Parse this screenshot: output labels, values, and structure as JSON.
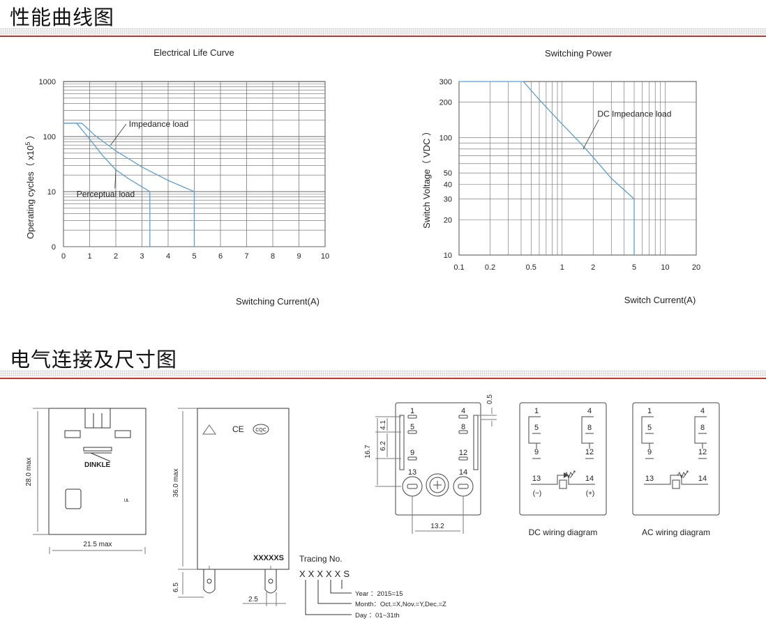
{
  "sections": {
    "performance": "性能曲线图",
    "wiring_dimensions": "电气连接及尺寸图"
  },
  "colors": {
    "curve": "#5b9fd0",
    "grid": "#666666",
    "accent": "#c8332b"
  },
  "chart_data": [
    {
      "type": "line",
      "title": "Electrical Life Curve",
      "xlabel": "Switching Current(A)",
      "ylabel_text": "Operating cycles（ x10",
      "ylabel_sup": "5",
      "ylabel_close": " ）",
      "xlim": [
        0,
        10
      ],
      "yscale": "log",
      "ylim": [
        1,
        1000
      ],
      "xticks": [
        "0",
        "1",
        "2",
        "3",
        "4",
        "5",
        "6",
        "7",
        "8",
        "9",
        "10"
      ],
      "yticks": [
        {
          "v": 1,
          "label": "0"
        },
        {
          "v": 10,
          "label": "10"
        },
        {
          "v": 100,
          "label": "100"
        },
        {
          "v": 1000,
          "label": "1000"
        }
      ],
      "grid": true,
      "series": [
        {
          "name": "Impedance load",
          "x": [
            0,
            0.7,
            1.2,
            2,
            3,
            4,
            5,
            5
          ],
          "y": [
            175,
            175,
            105,
            55,
            28,
            16,
            10,
            1
          ]
        },
        {
          "name": "Perceptual load",
          "x": [
            0,
            0.5,
            1,
            1.5,
            2,
            2.5,
            3.3,
            3.3
          ],
          "y": [
            175,
            175,
            90,
            45,
            25,
            17,
            10,
            1
          ]
        }
      ],
      "annotations": [
        {
          "text": "Impedance load",
          "x": 2.5,
          "y": 150,
          "ax": 1.8,
          "ay": 70
        },
        {
          "text": "Perceptual load",
          "x": 0.5,
          "y": 8,
          "ax": 2.0,
          "ay": 25
        }
      ]
    },
    {
      "type": "line",
      "title": "Switching Power",
      "xlabel": "Switch Current(A)",
      "ylabel": "Switch Voltage（ VDC ）",
      "xscale": "log",
      "yscale": "log",
      "xlim": [
        0.1,
        20
      ],
      "ylim": [
        10,
        300
      ],
      "xticks": [
        {
          "v": 0.1,
          "label": "0.1"
        },
        {
          "v": 0.2,
          "label": "0.2"
        },
        {
          "v": 0.5,
          "label": "0.5"
        },
        {
          "v": 1,
          "label": "1"
        },
        {
          "v": 2,
          "label": "2"
        },
        {
          "v": 5,
          "label": "5"
        },
        {
          "v": 10,
          "label": "10"
        },
        {
          "v": 20,
          "label": "20"
        }
      ],
      "yticks": [
        {
          "v": 10,
          "label": "10"
        },
        {
          "v": 20,
          "label": "20"
        },
        {
          "v": 30,
          "label": "30"
        },
        {
          "v": 40,
          "label": "40"
        },
        {
          "v": 50,
          "label": "50"
        },
        {
          "v": 100,
          "label": "100"
        },
        {
          "v": 200,
          "label": "200"
        },
        {
          "v": 300,
          "label": "300"
        }
      ],
      "grid": true,
      "series": [
        {
          "name": "DC Impedance load",
          "x": [
            0.1,
            0.42,
            0.6,
            1,
            1.5,
            2,
            3,
            5,
            5
          ],
          "y": [
            300,
            300,
            210,
            130,
            90,
            68,
            45,
            30,
            10
          ]
        }
      ],
      "annotations": [
        {
          "text": "DC Impedance load",
          "x": 2.2,
          "y": 150,
          "ax": 1.6,
          "ay": 80
        }
      ]
    }
  ],
  "dimensions": {
    "front": {
      "height": "28.0 max",
      "width": "21.5 max",
      "brand": "DINKLE"
    },
    "side": {
      "height": "36.0 max",
      "pin": "6.5",
      "pin_gap": "2.5",
      "model": "XXXXXS",
      "ce": "CE",
      "cqc": "CQC"
    },
    "bottom": {
      "d1": "0.5",
      "d2": "4.1",
      "d3": "6.2",
      "d4": "16.7",
      "d5": "13.2",
      "pins": [
        "1",
        "4",
        "5",
        "8",
        "9",
        "12",
        "13",
        "14"
      ]
    }
  },
  "tracing": {
    "title": "Tracing No.",
    "code": "XXXXXS",
    "year": "Year ：2015=15",
    "month": "Month：Oct.=X,Nov.=Y,Dec.=Z",
    "day": "Day ：01~31th"
  },
  "wiring": {
    "dc": {
      "caption": "DC wiring diagram",
      "pins": [
        "1",
        "4",
        "5",
        "8",
        "9",
        "12",
        "13",
        "14"
      ],
      "minus": "(−)",
      "plus": "(+)"
    },
    "ac": {
      "caption": "AC wiring diagram",
      "pins": [
        "1",
        "4",
        "5",
        "8",
        "9",
        "12",
        "13",
        "14"
      ]
    }
  }
}
